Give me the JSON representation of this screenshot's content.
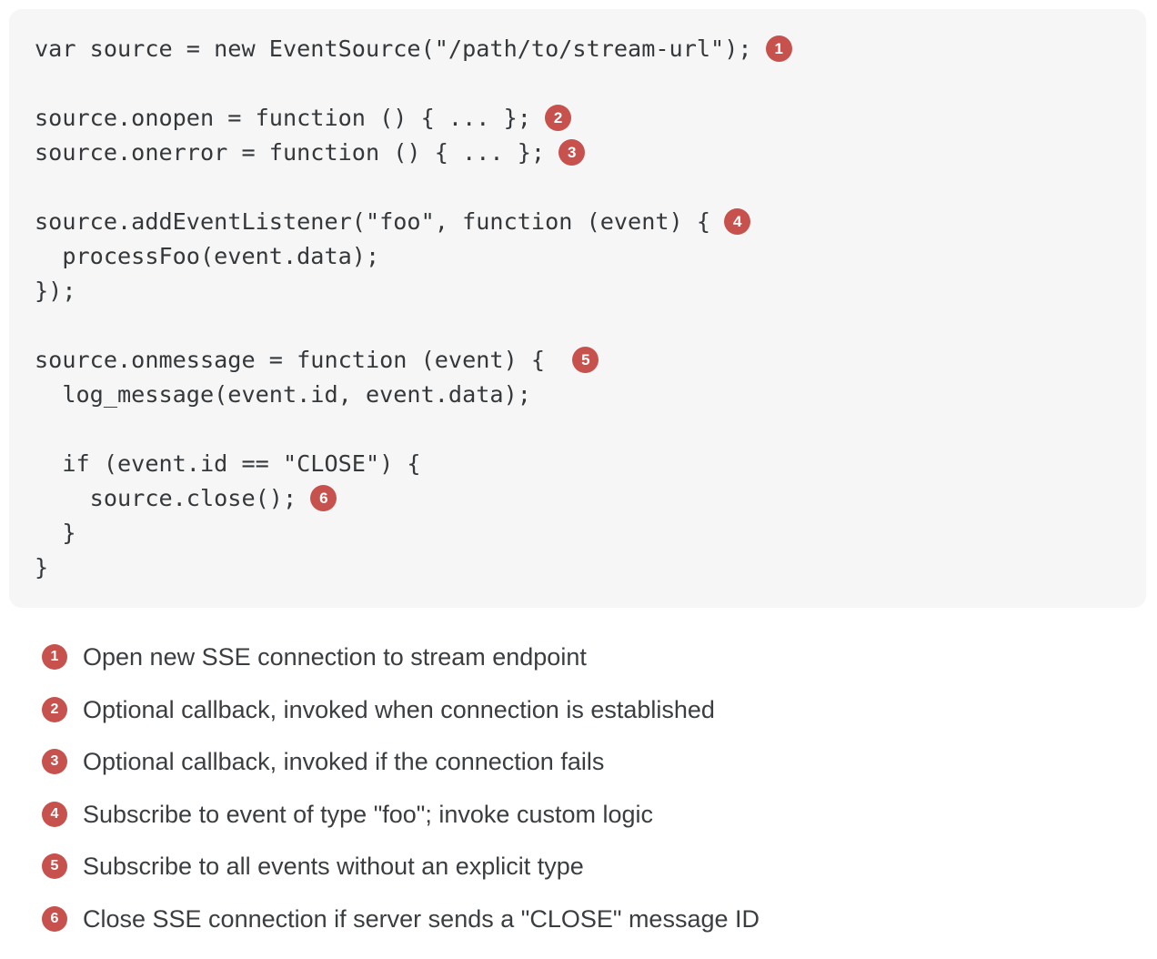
{
  "colors": {
    "page_background": "#ffffff",
    "code_background": "#f6f6f7",
    "code_text": "#35383a",
    "legend_text": "#3b3e41",
    "callout_badge": "#c7524d"
  },
  "code_block": {
    "language": "javascript",
    "lines": [
      {
        "text": "var source = new EventSource(\"/path/to/stream-url\"); ",
        "conum": "1"
      },
      {
        "text": ""
      },
      {
        "text": "source.onopen = function () { ... }; ",
        "conum": "2"
      },
      {
        "text": "source.onerror = function () { ... }; ",
        "conum": "3"
      },
      {
        "text": ""
      },
      {
        "text": "source.addEventListener(\"foo\", function (event) { ",
        "conum": "4"
      },
      {
        "text": "  processFoo(event.data);"
      },
      {
        "text": "});"
      },
      {
        "text": ""
      },
      {
        "text": "source.onmessage = function (event) {  ",
        "conum": "5"
      },
      {
        "text": "  log_message(event.id, event.data);"
      },
      {
        "text": ""
      },
      {
        "text": "  if (event.id == \"CLOSE\") {"
      },
      {
        "text": "    source.close(); ",
        "conum": "6"
      },
      {
        "text": "  }"
      },
      {
        "text": "}"
      }
    ]
  },
  "callout_legend": {
    "items": [
      {
        "num": "1",
        "text": "Open new SSE connection to stream endpoint"
      },
      {
        "num": "2",
        "text": "Optional callback, invoked when connection is established"
      },
      {
        "num": "3",
        "text": "Optional callback, invoked if the connection fails"
      },
      {
        "num": "4",
        "text": "Subscribe to event of type \"foo\"; invoke custom logic"
      },
      {
        "num": "5",
        "text": "Subscribe to all events without an explicit type"
      },
      {
        "num": "6",
        "text": "Close SSE connection if server sends a \"CLOSE\" message ID"
      }
    ]
  }
}
